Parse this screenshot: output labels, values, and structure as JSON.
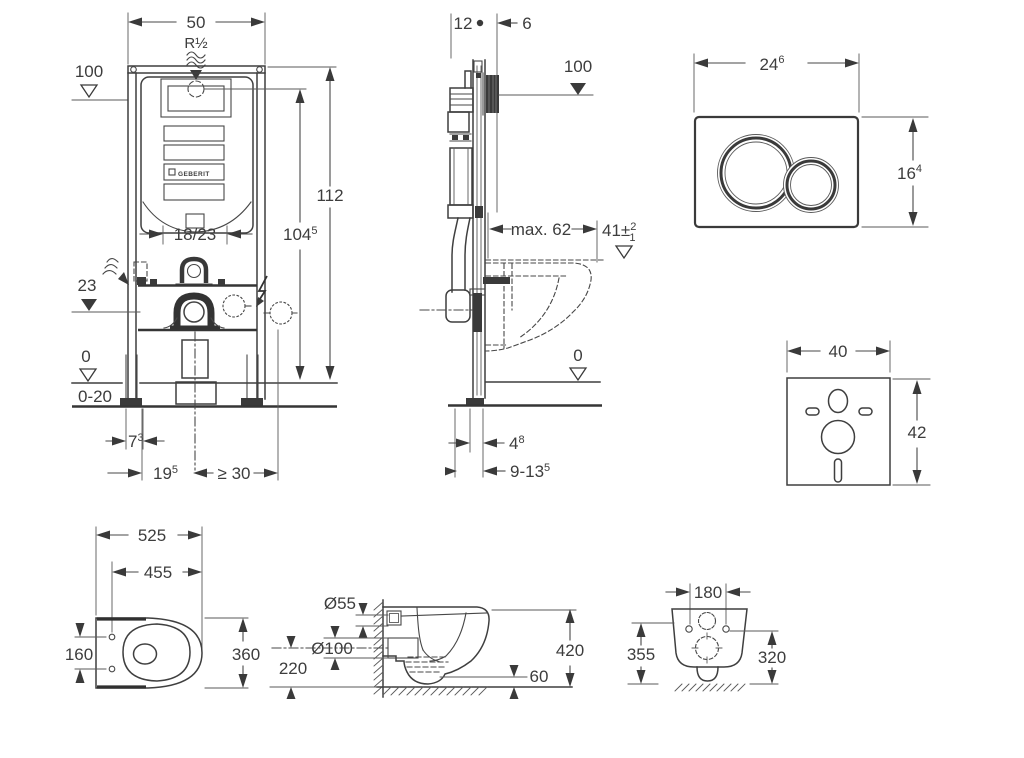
{
  "front_view": {
    "width_top": "50",
    "supply_thread": "R½",
    "supply_height": "100",
    "total_height": "112",
    "alt_height": {
      "main": "104",
      "sup": "5"
    },
    "flush_bend_depth": "18/23",
    "drain_height": "23",
    "floor_level": "0",
    "floor_buildup": "0-20",
    "foot_offset": {
      "main": "7",
      "sup": "3"
    },
    "outlet_offset": {
      "main": "19",
      "sup": "5"
    },
    "side_clearance": "≥ 30",
    "brand": "GEBERIT"
  },
  "side_view": {
    "frame_depth": "12",
    "bracket_depth": "6",
    "supply_height": "100",
    "max_depth": "max. 62",
    "seat_height": {
      "main": "41",
      "pm": "±",
      "plus": "2",
      "minus": "1"
    },
    "floor_level": "0",
    "foot_depth": {
      "main": "4",
      "sup": "8"
    },
    "wall_distance": {
      "main": "9-13",
      "sup": "5"
    }
  },
  "flush_plate": {
    "width": {
      "main": "24",
      "sup": "6"
    },
    "height": {
      "main": "16",
      "sup": "4"
    }
  },
  "sound_pad": {
    "width": "40",
    "height": "42"
  },
  "toilet_top_view": {
    "depth": "525",
    "bolt_to_front": "455",
    "bolt_spacing": "160",
    "width": "360"
  },
  "toilet_side_view": {
    "inlet_diameter": "Ø55",
    "outlet_diameter": "Ø100",
    "outlet_height": "220",
    "total_height": "420",
    "rim_to_floor": "60"
  },
  "toilet_rear_view": {
    "bolt_spacing": "180",
    "height_overall": "355",
    "height_bolts": "320"
  }
}
